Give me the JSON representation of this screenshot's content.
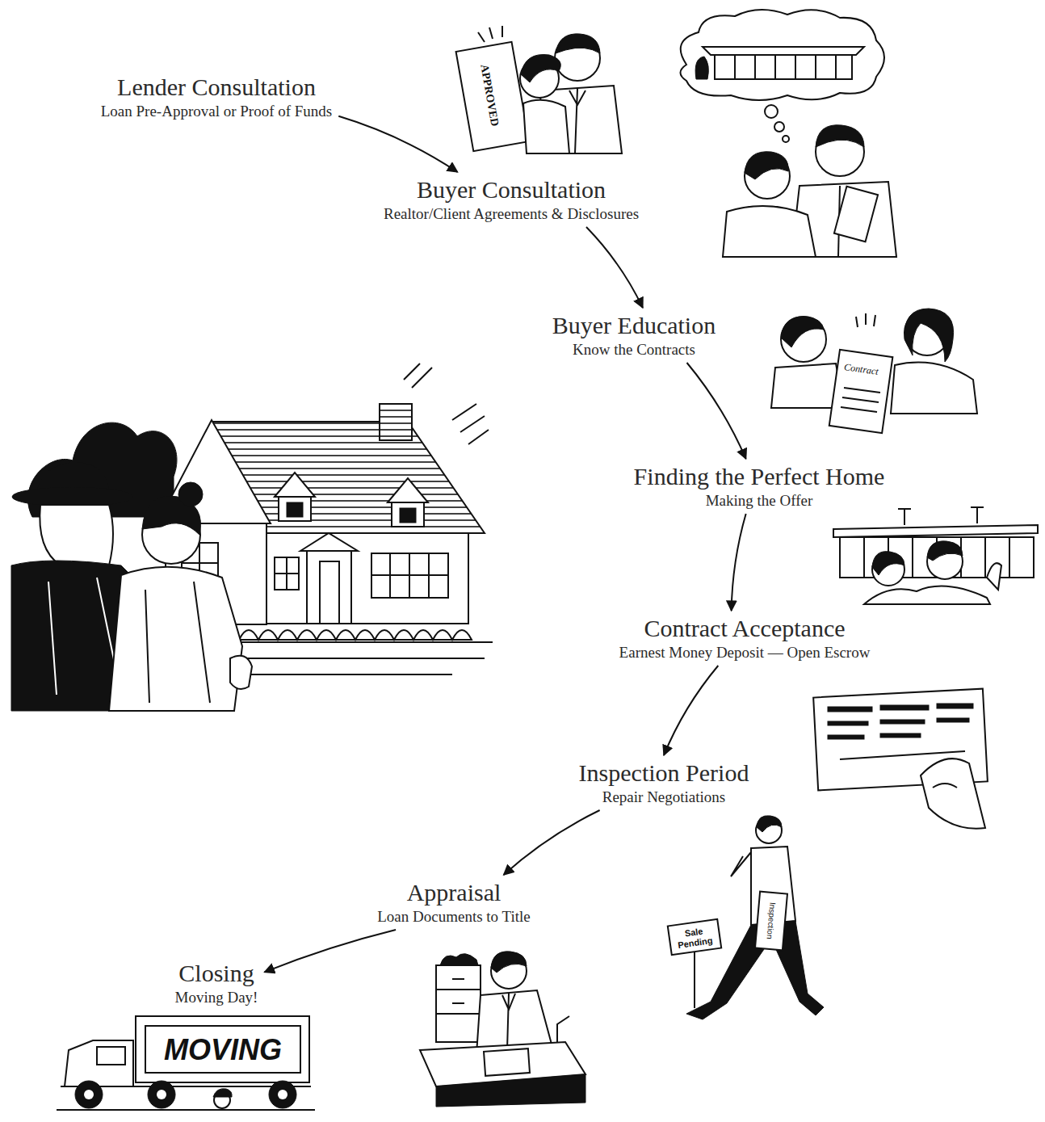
{
  "diagram": {
    "nodes": [
      {
        "text": [
          "Lender Consultation",
          "Loan Pre-Approval or Proof of Funds"
        ]
      },
      {
        "text": [
          "Buyer Consultation",
          "Realtor/Client Agreements & Disclosures"
        ]
      },
      {
        "text": [
          "Buyer Education",
          "Know the Contracts"
        ]
      },
      {
        "text": [
          "Finding the Perfect Home",
          "Making the Offer"
        ]
      },
      {
        "text": [
          "Contract Acceptance",
          "Earnest Money Deposit — Open Escrow"
        ]
      },
      {
        "text": [
          "Inspection Period",
          "Repair Negotiations"
        ]
      },
      {
        "text": [
          "Appraisal",
          "Loan Documents to Title"
        ]
      },
      {
        "text": [
          "Closing",
          "Moving Day!"
        ]
      }
    ],
    "edges": [
      {
        "from": 0,
        "to": 1,
        "arrow": "to"
      },
      {
        "from": 1,
        "to": 2,
        "arrow": "to"
      },
      {
        "from": 2,
        "to": 3,
        "arrow": "to"
      },
      {
        "from": 3,
        "to": 4,
        "arrow": "to"
      },
      {
        "from": 4,
        "to": 5,
        "arrow": "to"
      },
      {
        "from": 5,
        "to": 6,
        "arrow": "to"
      },
      {
        "from": 6,
        "to": 7,
        "arrow": "to"
      }
    ],
    "labels": [
      "APPROVED",
      "Contract",
      "Sale Pending",
      "Inspection",
      "MOVING"
    ]
  }
}
